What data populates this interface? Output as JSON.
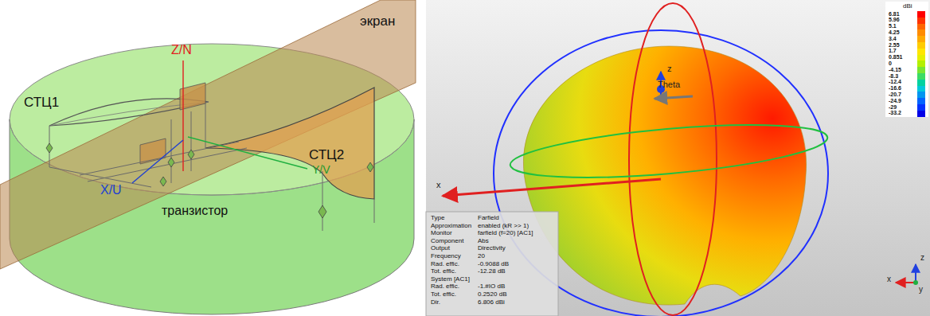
{
  "diagram": {
    "labels": [
      "Z/N",
      "экран",
      "СТЦ1",
      "СТЦ2",
      "Y/V",
      "X/U",
      "транзистор",
      "Theta",
      "z",
      "x",
      "dBi",
      "Type",
      "Farfield",
      "Approximation",
      "enabled (kR >> 1)",
      "Monitor",
      "farfield (f=20) [AC1]",
      "Component",
      "Abs",
      "Output",
      "Directivity",
      "Frequency",
      "20",
      "Rad. effic.",
      "-0.9088 dB",
      "Tot. effic.",
      "-12.28 dB",
      "System [AC1]",
      "Rad. effic.",
      "-1.#IO dB",
      "Tot. effic.",
      "0.2520 dB",
      "Dir.",
      "6.806 dBi",
      "z",
      "x",
      "y"
    ],
    "legend": [
      {
        "text": "6.81",
        "color": "#ff0000"
      },
      {
        "text": "5.96",
        "color": "#ff3300"
      },
      {
        "text": "5.1",
        "color": "#ff6600"
      },
      {
        "text": "4.25",
        "color": "#ff8c00"
      },
      {
        "text": "3.4",
        "color": "#ffaa00"
      },
      {
        "text": "2.55",
        "color": "#ffcc00"
      },
      {
        "text": "1.7",
        "color": "#ffe600"
      },
      {
        "text": "0.851",
        "color": "#e6f000"
      },
      {
        "text": "0",
        "color": "#b4f000"
      },
      {
        "text": "-4.15",
        "color": "#78e632"
      },
      {
        "text": "-8.3",
        "color": "#3cdc64"
      },
      {
        "text": "-12.4",
        "color": "#00d2a0"
      },
      {
        "text": "-16.6",
        "color": "#00c8dc"
      },
      {
        "text": "-20.7",
        "color": "#0096f0"
      },
      {
        "text": "-24.9",
        "color": "#0064ff"
      },
      {
        "text": "-29",
        "color": "#0032ff"
      },
      {
        "text": "-33.2",
        "color": "#0000e6"
      }
    ]
  }
}
